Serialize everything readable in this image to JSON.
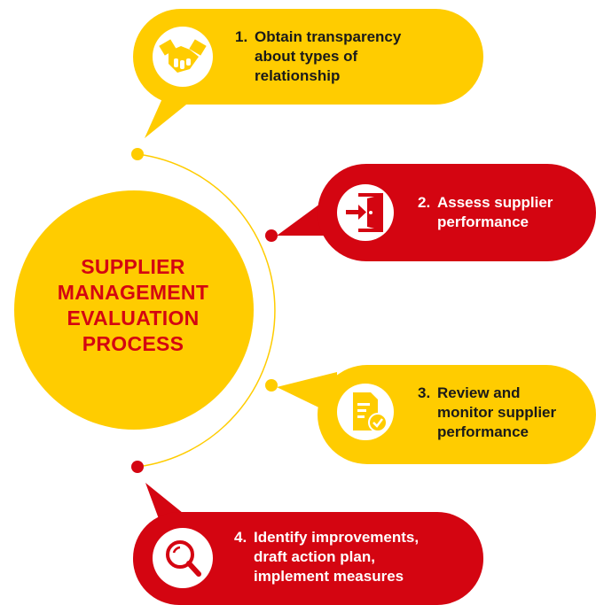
{
  "center": {
    "title_lines": [
      "SUPPLIER",
      "MANAGEMENT",
      "EVALUATION",
      "PROCESS"
    ]
  },
  "steps": [
    {
      "number": "1.",
      "lines": [
        "Obtain transparency",
        "about types of",
        "relationship"
      ],
      "color": "#ffcc00",
      "icon": "handshake-icon"
    },
    {
      "number": "2.",
      "lines": [
        "Assess supplier",
        "performance"
      ],
      "color": "#d40511",
      "icon": "door-exit-icon"
    },
    {
      "number": "3.",
      "lines": [
        "Review and",
        "monitor supplier",
        "performance"
      ],
      "color": "#ffcc00",
      "icon": "document-check-icon"
    },
    {
      "number": "4.",
      "lines": [
        "Identify improvements,",
        "draft action plan,",
        "implement measures"
      ],
      "color": "#d40511",
      "icon": "magnifier-icon"
    }
  ],
  "colors": {
    "yellow": "#ffcc00",
    "red": "#d40511",
    "dark_text": "#1a1a1a",
    "white": "#ffffff"
  }
}
